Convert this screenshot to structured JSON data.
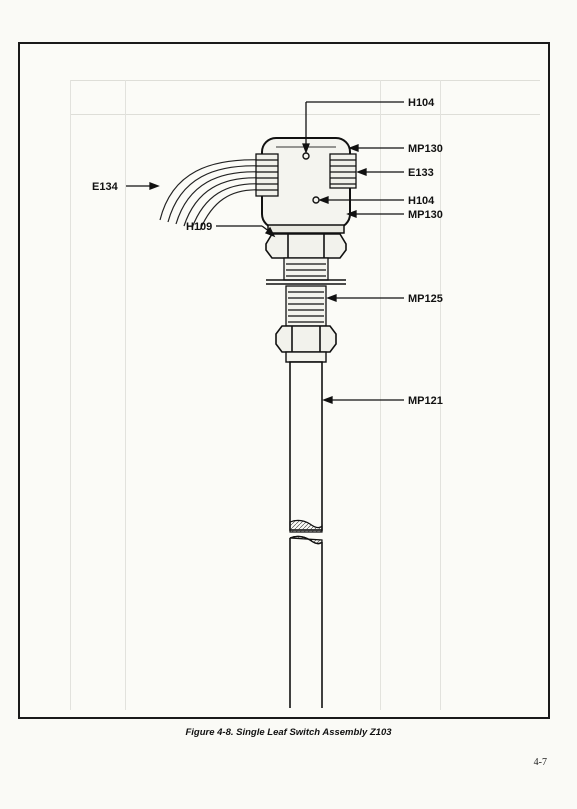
{
  "figure": {
    "caption": "Figure 4-8. Single Leaf Switch Assembly Z103",
    "callouts": {
      "h104_top": "H104",
      "mp130_top": "MP130",
      "e133": "E133",
      "e134": "E134",
      "h104_mid": "H104",
      "mp130_mid": "MP130",
      "h109": "H109",
      "mp125": "MP125",
      "mp121": "MP121"
    }
  },
  "page": {
    "number": "4-7"
  }
}
